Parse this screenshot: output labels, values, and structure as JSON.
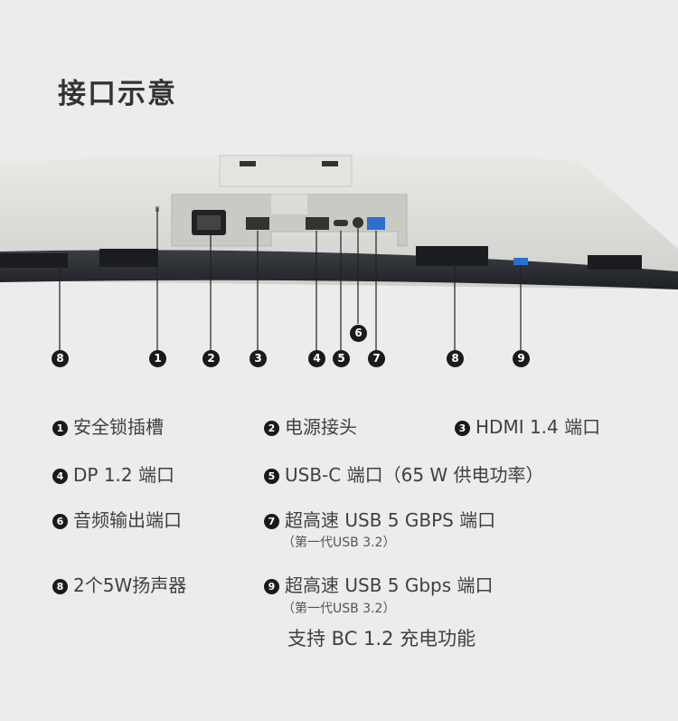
{
  "title": "接口示意",
  "callouts": [
    "8",
    "1",
    "2",
    "3",
    "4",
    "5",
    "6",
    "7",
    "8",
    "9"
  ],
  "legend": [
    {
      "num": "1",
      "text": "安全锁插槽"
    },
    {
      "num": "2",
      "text": "电源接头"
    },
    {
      "num": "3",
      "text": "HDMI 1.4 端口"
    },
    {
      "num": "4",
      "text": "DP 1.2 端口"
    },
    {
      "num": "5",
      "text": "USB-C 端口（65 W 供电功率）"
    },
    {
      "num": "6",
      "text": "音频输出端口"
    },
    {
      "num": "7",
      "text": "超高速 USB 5 GBPS 端口",
      "sub": "（第一代USB 3.2）"
    },
    {
      "num": "8",
      "text": "2个5W扬声器"
    },
    {
      "num": "9",
      "text": "超高速 USB 5 Gbps 端口",
      "sub": "（第一代USB 3.2）",
      "extra": "支持 BC 1.2 充电功能"
    }
  ],
  "colors": {
    "background": "#ececec",
    "badge": "#1a1a1a",
    "monitor_body": "#d9d9d6",
    "monitor_base": "#2a2c30"
  }
}
